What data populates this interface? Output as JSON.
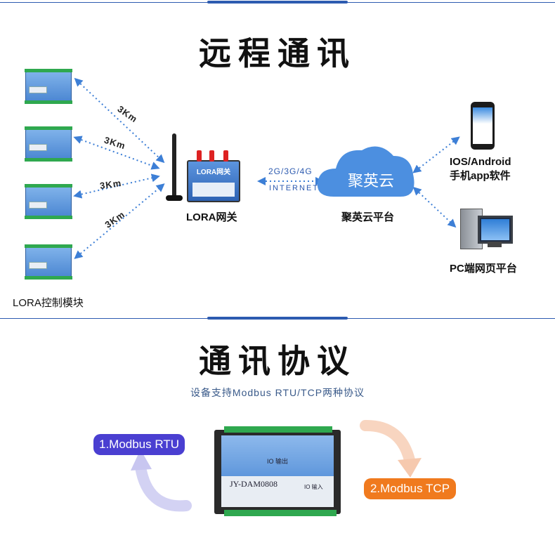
{
  "section1": {
    "title": "远程通讯",
    "lora_modules_label": "LORA控制模块",
    "distance_labels": [
      "3Km",
      "3Km",
      "3Km",
      "3Km"
    ],
    "gateway_label": "LORA网关",
    "gateway_device_text": "LORA网关",
    "network_top": "2G/3G/4G",
    "network_bottom": "INTERNET",
    "cloud_text": "聚英云",
    "cloud_platform_label": "聚英云平台",
    "app_label_line1": "IOS/Android",
    "app_label_line2": "手机app软件",
    "pc_label": "PC端网页平台"
  },
  "section2": {
    "title": "通讯协议",
    "subtitle": "设备支持Modbus RTU/TCP两种协议",
    "rtu_label": "1.Modbus RTU",
    "tcp_label": "2.Modbus TCP",
    "device_model": "JY-DAM0808",
    "device_output_text": "IO 输出",
    "device_input_text": "IO 输入"
  },
  "colors": {
    "divider": "#2d5bb0",
    "rtu_pill": "#4a3fd1",
    "tcp_pill": "#f07a1e",
    "arrow_dotted": "#3d7fd6",
    "cloud": "#4c8fe0"
  }
}
